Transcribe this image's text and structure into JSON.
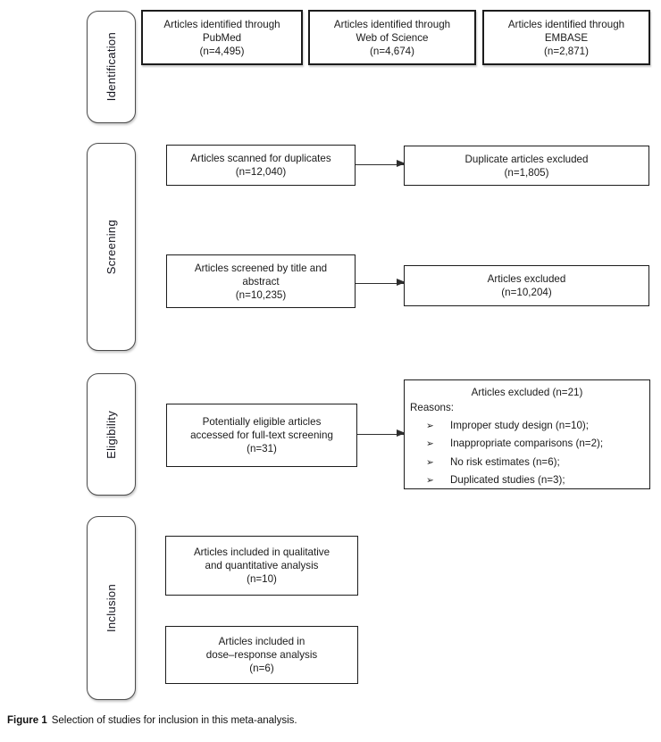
{
  "figure_caption": {
    "label": "Figure 1",
    "text": "Selection of studies for inclusion in this meta-analysis."
  },
  "stages": {
    "identification": "Identification",
    "screening": "Screening",
    "eligibility": "Eligibility",
    "inclusion": "Inclusion"
  },
  "boxes": {
    "pubmed": {
      "lines": [
        "Articles identified through",
        "PubMed",
        "(n=4,495)"
      ]
    },
    "web_of_science": {
      "lines": [
        "Articles identified through",
        "Web of Science",
        "(n=4,674)"
      ]
    },
    "embase": {
      "lines": [
        "Articles identified through",
        "EMBASE",
        "(n=2,871)"
      ]
    },
    "scanned_duplicates": {
      "lines": [
        "Articles scanned for duplicates",
        "(n=12,040)"
      ]
    },
    "duplicates_excluded": {
      "lines": [
        "Duplicate articles excluded",
        "(n=1,805)"
      ]
    },
    "screened_title_abstract": {
      "lines": [
        "Articles screened by title and",
        "abstract",
        "(n=10,235)"
      ]
    },
    "articles_excluded_screening": {
      "lines": [
        "Articles excluded",
        "(n=10,204)"
      ]
    },
    "full_text_eligible": {
      "lines": [
        "Potentially eligible articles",
        "accessed for full-text screening",
        "(n=31)"
      ]
    },
    "full_text_excluded": {
      "title": "Articles excluded (n=21)",
      "reasons_label": "Reasons:",
      "bullet_glyph": "➢",
      "reasons": [
        "Improper study design (n=10);",
        "Inappropriate comparisons (n=2);",
        "No risk estimates (n=6);",
        "Duplicated studies (n=3);"
      ]
    },
    "included_qualitative_quantitative": {
      "lines": [
        "Articles included in qualitative",
        "and quantitative analysis",
        "(n=10)"
      ]
    },
    "included_dose_response": {
      "lines": [
        "Articles included in",
        "dose–response analysis",
        "(n=6)"
      ]
    }
  }
}
